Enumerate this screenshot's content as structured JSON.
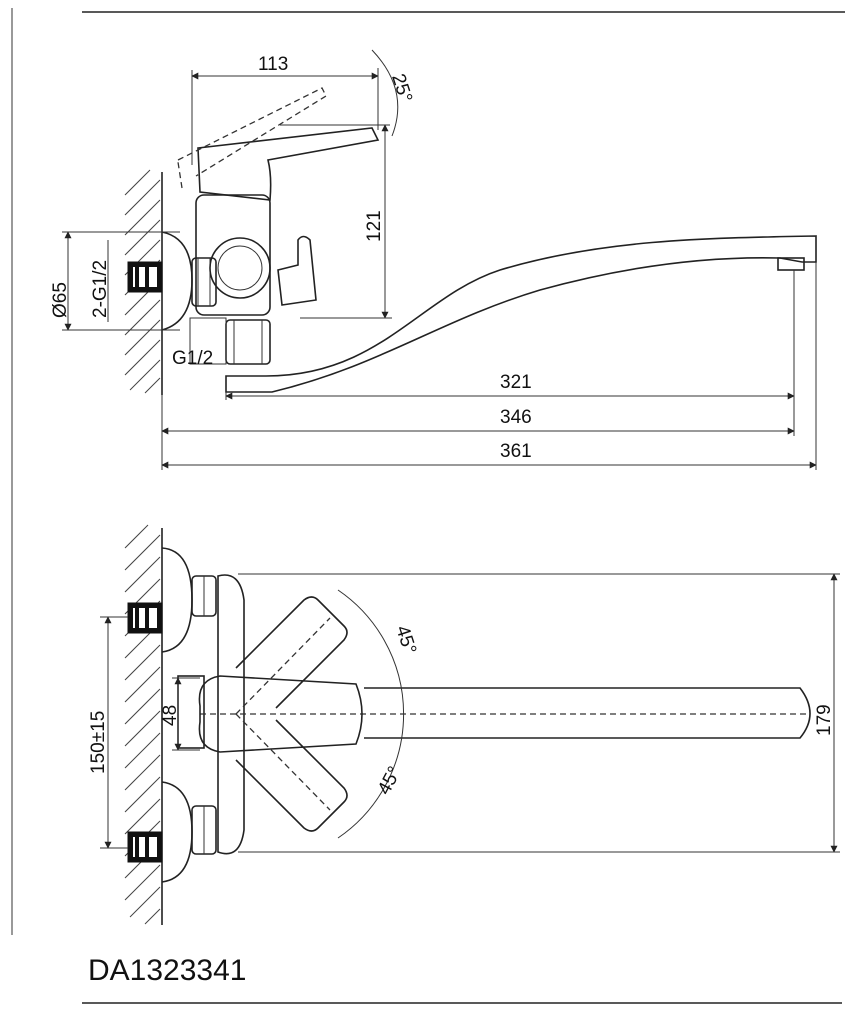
{
  "model_code": "DA1323341",
  "side_view": {
    "dim_handle_width": "113",
    "dim_handle_angle": "25°",
    "dim_height": "121",
    "dim_diameter": "Ø65",
    "dim_inlet_thread": "2-G1/2",
    "dim_outlet_thread": "G1/2",
    "dim_spout_321": "321",
    "dim_spout_346": "346",
    "dim_spout_361": "361"
  },
  "top_view": {
    "dim_angle_upper": "45°",
    "dim_angle_lower": "45°",
    "dim_body_48": "48",
    "dim_spacing": "150±15",
    "dim_depth": "179"
  }
}
